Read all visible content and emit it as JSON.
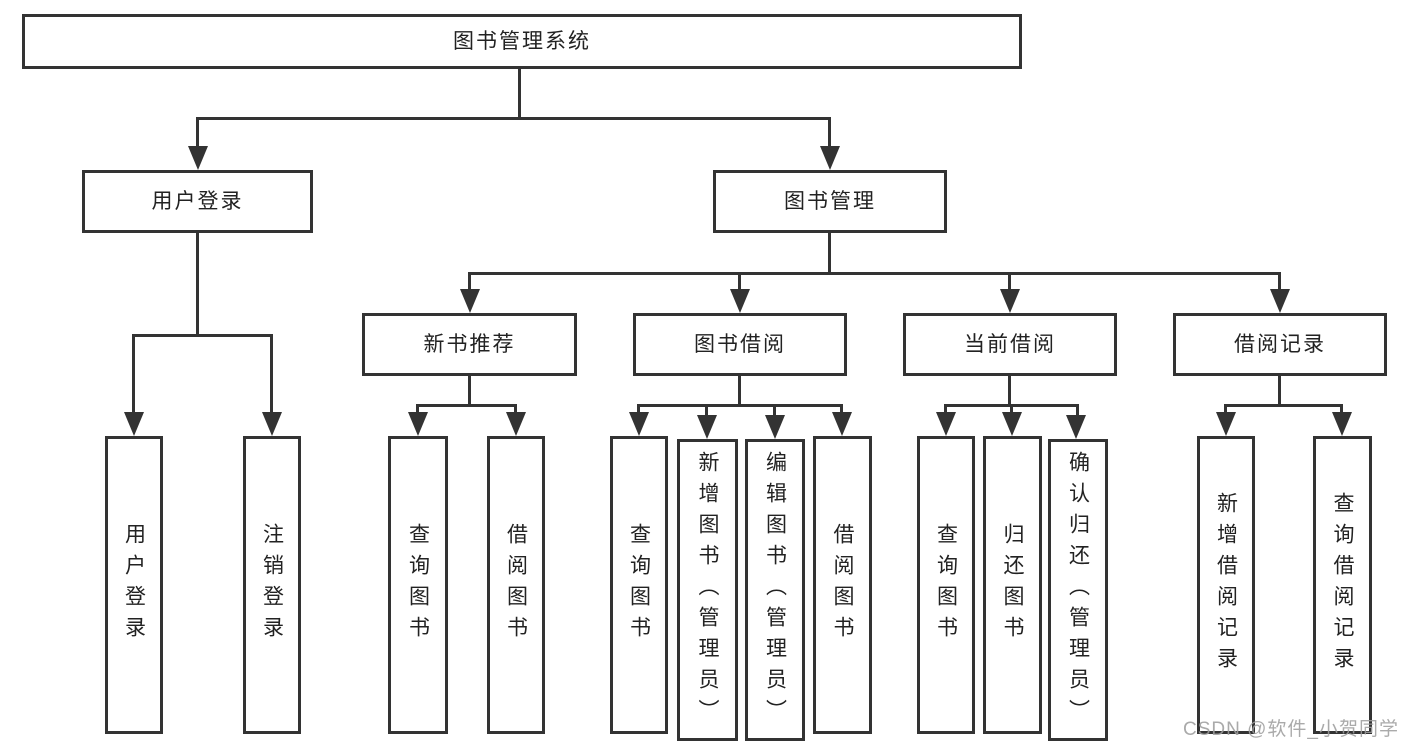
{
  "tree": {
    "label": "图书管理系统",
    "children": [
      {
        "label": "用户登录",
        "children": [
          {
            "label": "用户登录"
          },
          {
            "label": "注销登录"
          }
        ]
      },
      {
        "label": "图书管理",
        "children": [
          {
            "label": "新书推荐",
            "children": [
              {
                "label": "查询图书"
              },
              {
                "label": "借阅图书"
              }
            ]
          },
          {
            "label": "图书借阅",
            "children": [
              {
                "label": "查询图书"
              },
              {
                "label": "新增图书（管理员）"
              },
              {
                "label": "编辑图书（管理员）"
              },
              {
                "label": "借阅图书"
              }
            ]
          },
          {
            "label": "当前借阅",
            "children": [
              {
                "label": "查询图书"
              },
              {
                "label": "归还图书"
              },
              {
                "label": "确认归还（管理员）"
              }
            ]
          },
          {
            "label": "借阅记录",
            "children": [
              {
                "label": "新增借阅记录"
              },
              {
                "label": "查询借阅记录"
              }
            ]
          }
        ]
      }
    ]
  },
  "watermark": {
    "text": "CSDN @软件_小贺同学"
  },
  "colors": {
    "line": "#333333",
    "box_border": "#333333",
    "text": "#222222",
    "watermark": "#9e9e9e",
    "background": "#ffffff"
  }
}
